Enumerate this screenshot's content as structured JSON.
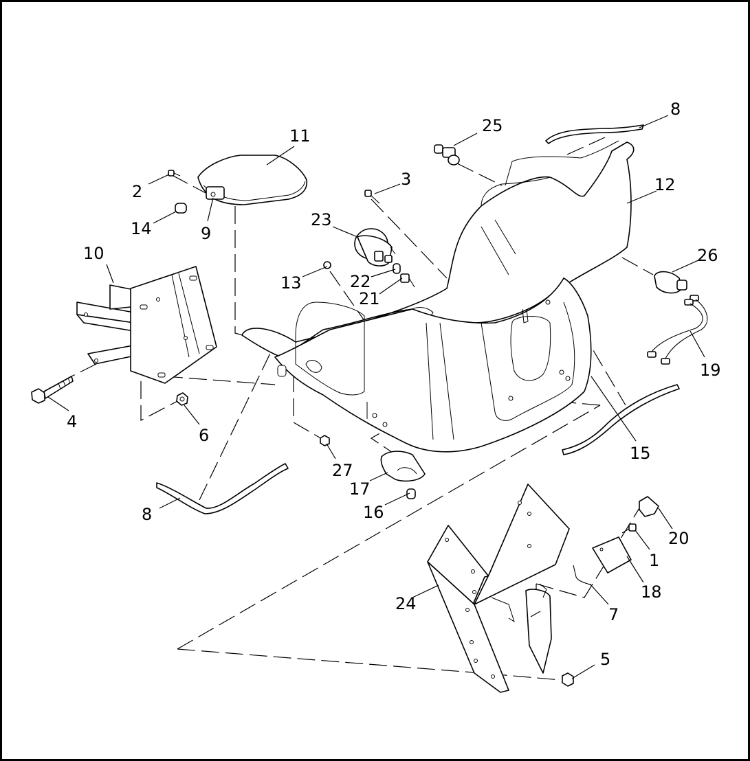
{
  "colors": {
    "line": "#000000",
    "background": "#ffffff"
  },
  "callouts": [
    "1",
    "2",
    "3",
    "4",
    "5",
    "6",
    "7",
    "8",
    "8",
    "9",
    "10",
    "11",
    "12",
    "13",
    "14",
    "15",
    "16",
    "17",
    "18",
    "19",
    "20",
    "21",
    "22",
    "23",
    "24",
    "25",
    "26",
    "27"
  ]
}
